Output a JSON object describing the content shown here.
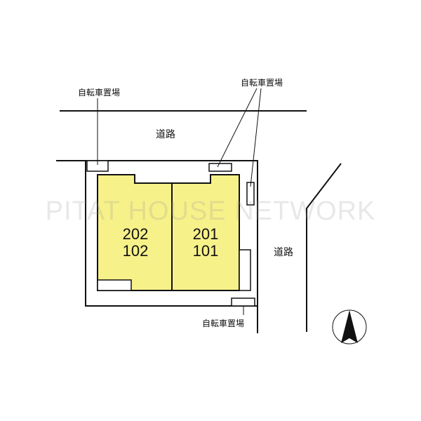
{
  "watermark": "PITAT HOUSE NETWORK",
  "labels": {
    "bike_parking": "自転車置場",
    "road": "道路"
  },
  "units": [
    {
      "upper": "202",
      "lower": "102"
    },
    {
      "upper": "201",
      "lower": "101"
    }
  ],
  "colors": {
    "building": "#f7f18a",
    "line": "#111111"
  },
  "compass": "north-arrow-icon"
}
